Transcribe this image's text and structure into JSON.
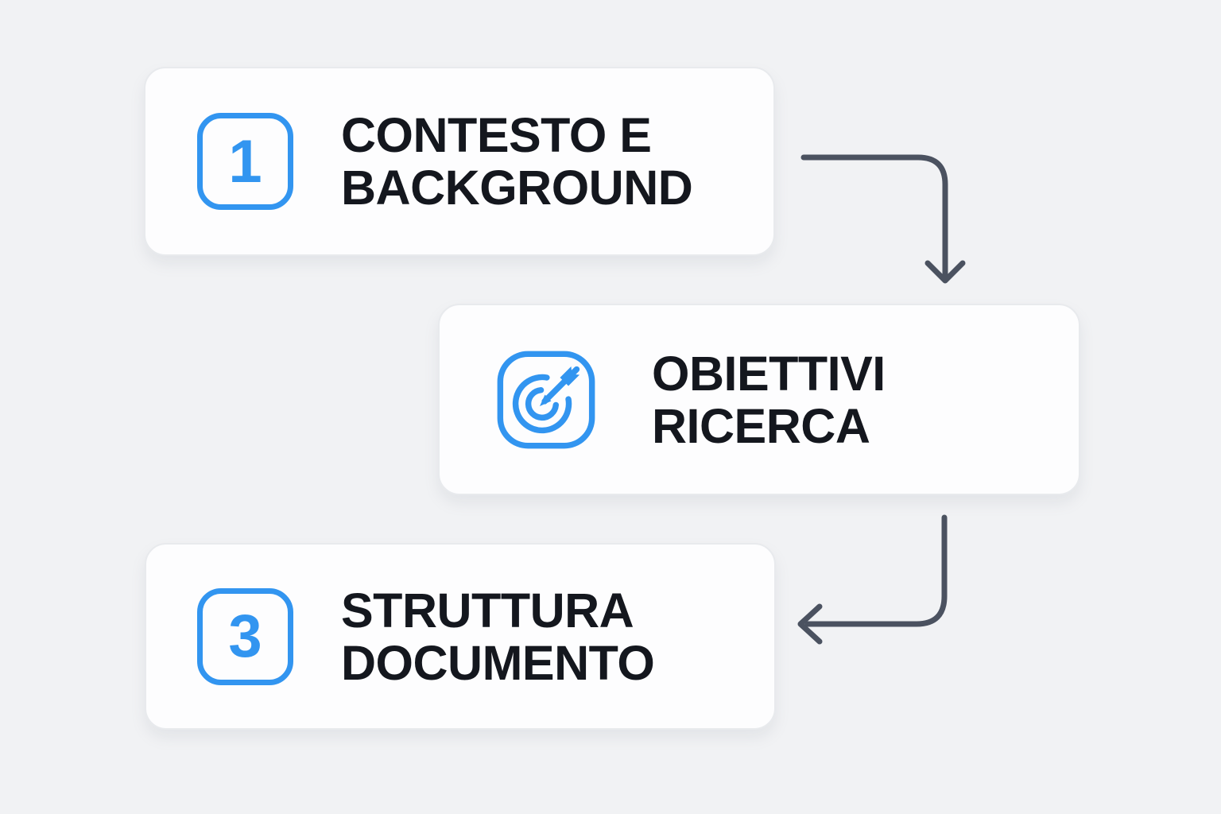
{
  "colors": {
    "bg": "#f1f2f4",
    "card-bg": "#fdfdfe",
    "card-border": "#e8eaed",
    "accent": "#3295f0",
    "text": "#14171e",
    "arrow": "#4b5260"
  },
  "diagram": {
    "type": "flowchart",
    "steps": [
      {
        "badge": "1",
        "icon": "number-1-badge",
        "title_lines": [
          "CONTESTO E",
          "BACKGROUND"
        ],
        "title": "CONTESTO E BACKGROUND"
      },
      {
        "icon": "target-with-dart",
        "title_lines": [
          "OBIETTIVI",
          "RICERCA"
        ],
        "title": "OBIETTIVI RICERCA"
      },
      {
        "badge": "3",
        "icon": "number-3-badge",
        "title_lines": [
          "STRUTTURA",
          "DOCUMENTO"
        ],
        "title": "STRUTTURA DOCUMENTO"
      }
    ],
    "connections": [
      {
        "from": "CONTESTO E BACKGROUND",
        "to": "OBIETTIVI RICERCA",
        "shape": "right-then-down",
        "arrowhead": "down"
      },
      {
        "from": "OBIETTIVI RICERCA",
        "to": "STRUTTURA DOCUMENTO",
        "shape": "down-then-left",
        "arrowhead": "left"
      }
    ]
  }
}
